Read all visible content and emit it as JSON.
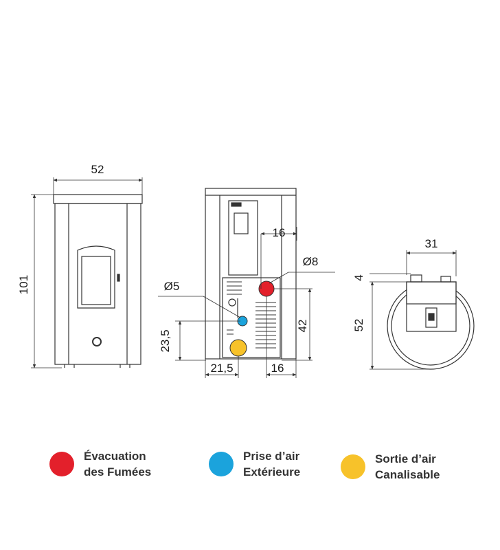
{
  "dimensions": {
    "front_width": "52",
    "front_height": "101",
    "back_top_gap": "16",
    "flue_diameter": "Ø8",
    "air_diameter": "Ø5",
    "air_height": "23,5",
    "flue_height": "42",
    "bottom_left": "21,5",
    "bottom_right": "16",
    "top_width": "31",
    "top_offset": "4",
    "top_depth": "52"
  },
  "legend": [
    {
      "line1": "Évacuation",
      "line2": "des Fumées",
      "color": "#e3202b"
    },
    {
      "line1": "Prise d’air",
      "line2": "Extérieure",
      "color": "#1ba3dc"
    },
    {
      "line1": "Sortie d’air",
      "line2": "Canalisable",
      "color": "#f7c22a"
    }
  ]
}
